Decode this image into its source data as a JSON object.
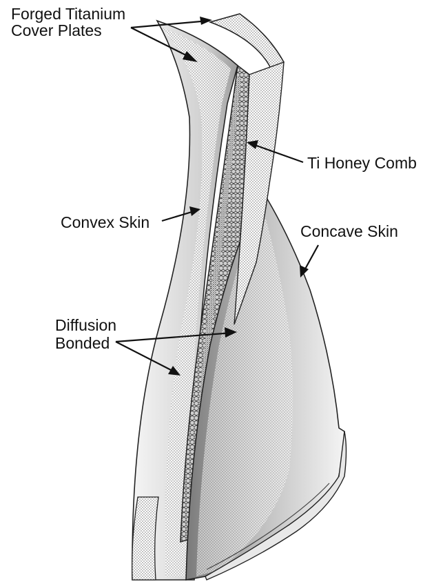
{
  "diagram": {
    "labels": {
      "cover_plates_line1": "Forged Titanium",
      "cover_plates_line2": "Cover Plates",
      "honeycomb": "Ti Honey Comb",
      "convex_skin": "Convex Skin",
      "concave_skin": "Concave Skin",
      "diffusion_line1": "Diffusion",
      "diffusion_line2": "Bonded"
    },
    "colors": {
      "ink": "#111111",
      "paper": "#ffffff",
      "shade_light": "#d9d9d9",
      "shade_mid": "#b3b3b3",
      "shade_dark": "#8a8a8a"
    }
  }
}
